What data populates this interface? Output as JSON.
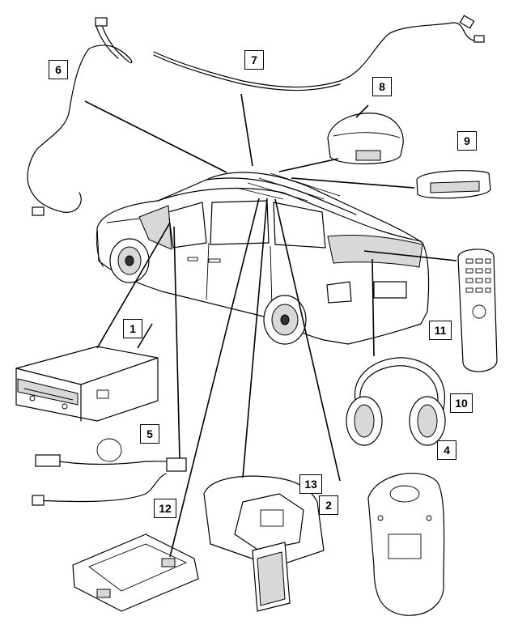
{
  "callouts": [
    {
      "id": "c1",
      "label": "1"
    },
    {
      "id": "c2",
      "label": "2"
    },
    {
      "id": "c4",
      "label": "4"
    },
    {
      "id": "c5",
      "label": "5"
    },
    {
      "id": "c6",
      "label": "6"
    },
    {
      "id": "c7",
      "label": "7"
    },
    {
      "id": "c8",
      "label": "8"
    },
    {
      "id": "c9",
      "label": "9"
    },
    {
      "id": "c10",
      "label": "10"
    },
    {
      "id": "c11",
      "label": "11"
    },
    {
      "id": "c12",
      "label": "12"
    },
    {
      "id": "c13",
      "label": "13"
    }
  ],
  "colors": {
    "line": "#000000",
    "background": "#ffffff"
  }
}
